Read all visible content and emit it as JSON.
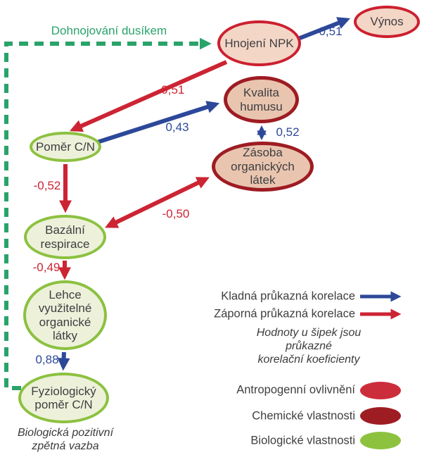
{
  "diagram_title": "",
  "nodes": {
    "vynos": {
      "label": "Výnos",
      "category": "anthropogenic"
    },
    "hnojeni_npk": {
      "label": "Hnojení NPK",
      "category": "anthropogenic"
    },
    "kvalita_humusu": {
      "label": "Kvalita\nhumusu",
      "category": "chemical"
    },
    "zasoba": {
      "label": "Zásoba\norganických\nlátek",
      "category": "chemical"
    },
    "pomer_cn": {
      "label": "Poměr C/N",
      "category": "biological"
    },
    "bazalni": {
      "label": "Bazální\nrespirace",
      "category": "biological"
    },
    "lehce": {
      "label": "Lehce\nvyužitelné\norganické\nlátky",
      "category": "biological"
    },
    "fyzio": {
      "label": "Fyziologický\npoměr C/N",
      "category": "biological"
    }
  },
  "edges": {
    "npk_vynos": {
      "from": "Hnojení NPK",
      "to": "Výnos",
      "value": "0,51",
      "sign": "positive",
      "bidirectional": false
    },
    "npk_pomer": {
      "from": "Hnojení NPK",
      "to": "Poměr C/N",
      "value": "-0,51",
      "sign": "negative",
      "bidirectional": false
    },
    "pomer_kvalita": {
      "from": "Poměr C/N",
      "to": "Kvalita humusu",
      "value": "0,43",
      "sign": "positive",
      "bidirectional": false
    },
    "kvalita_zasoba": {
      "from": "Kvalita humusu",
      "to": "Zásoba organických látek",
      "value": "0,52",
      "sign": "positive",
      "bidirectional": true
    },
    "pomer_bazalni": {
      "from": "Poměr C/N",
      "to": "Bazální respirace",
      "value": "-0,52",
      "sign": "negative",
      "bidirectional": false
    },
    "zasoba_bazalni": {
      "from": "Zásoba organických látek",
      "to": "Bazální respirace",
      "value": "-0,50",
      "sign": "negative",
      "bidirectional": true
    },
    "bazalni_lehce": {
      "from": "Bazální respirace",
      "to": "Lehce využitelné organické látky",
      "value": "-0,49",
      "sign": "negative",
      "bidirectional": false
    },
    "lehce_fyzio": {
      "from": "Lehce využitelné organické látky",
      "to": "Fyziologický poměr C/N",
      "value": "0,88",
      "sign": "positive",
      "bidirectional": false
    }
  },
  "feedback": {
    "label": "Dohnojování dusíkem",
    "caption": "Biologická pozitivní\nzpětná vazba"
  },
  "legend": {
    "positive": "Kladná průkazná korelace",
    "negative": "Záporná průkazná korelace",
    "note": "Hodnoty u šipek jsou průkazné\nkorelační koeficienty",
    "anthropogenic": "Antropogenní ovlivnění",
    "chemical": "Chemické vlastnosti",
    "biological": "Biologické vlastnosti"
  },
  "colors": {
    "positive_blue": "#2d4899",
    "negative_red": "#cc2433",
    "anthropogenic_border": "#cc2030",
    "anthropogenic_fill": "#f4d6c7",
    "chemical_border": "#9e1c22",
    "chemical_fill": "#e9c5b0",
    "biological_border": "#8cc140",
    "biological_fill": "#edf1da",
    "feedback_green": "#2aa36b",
    "legend_anthropogenic": "#cc2d3b",
    "legend_chemical": "#9e1d23",
    "legend_biological": "#8dc23f",
    "text": "#3e3e40"
  }
}
